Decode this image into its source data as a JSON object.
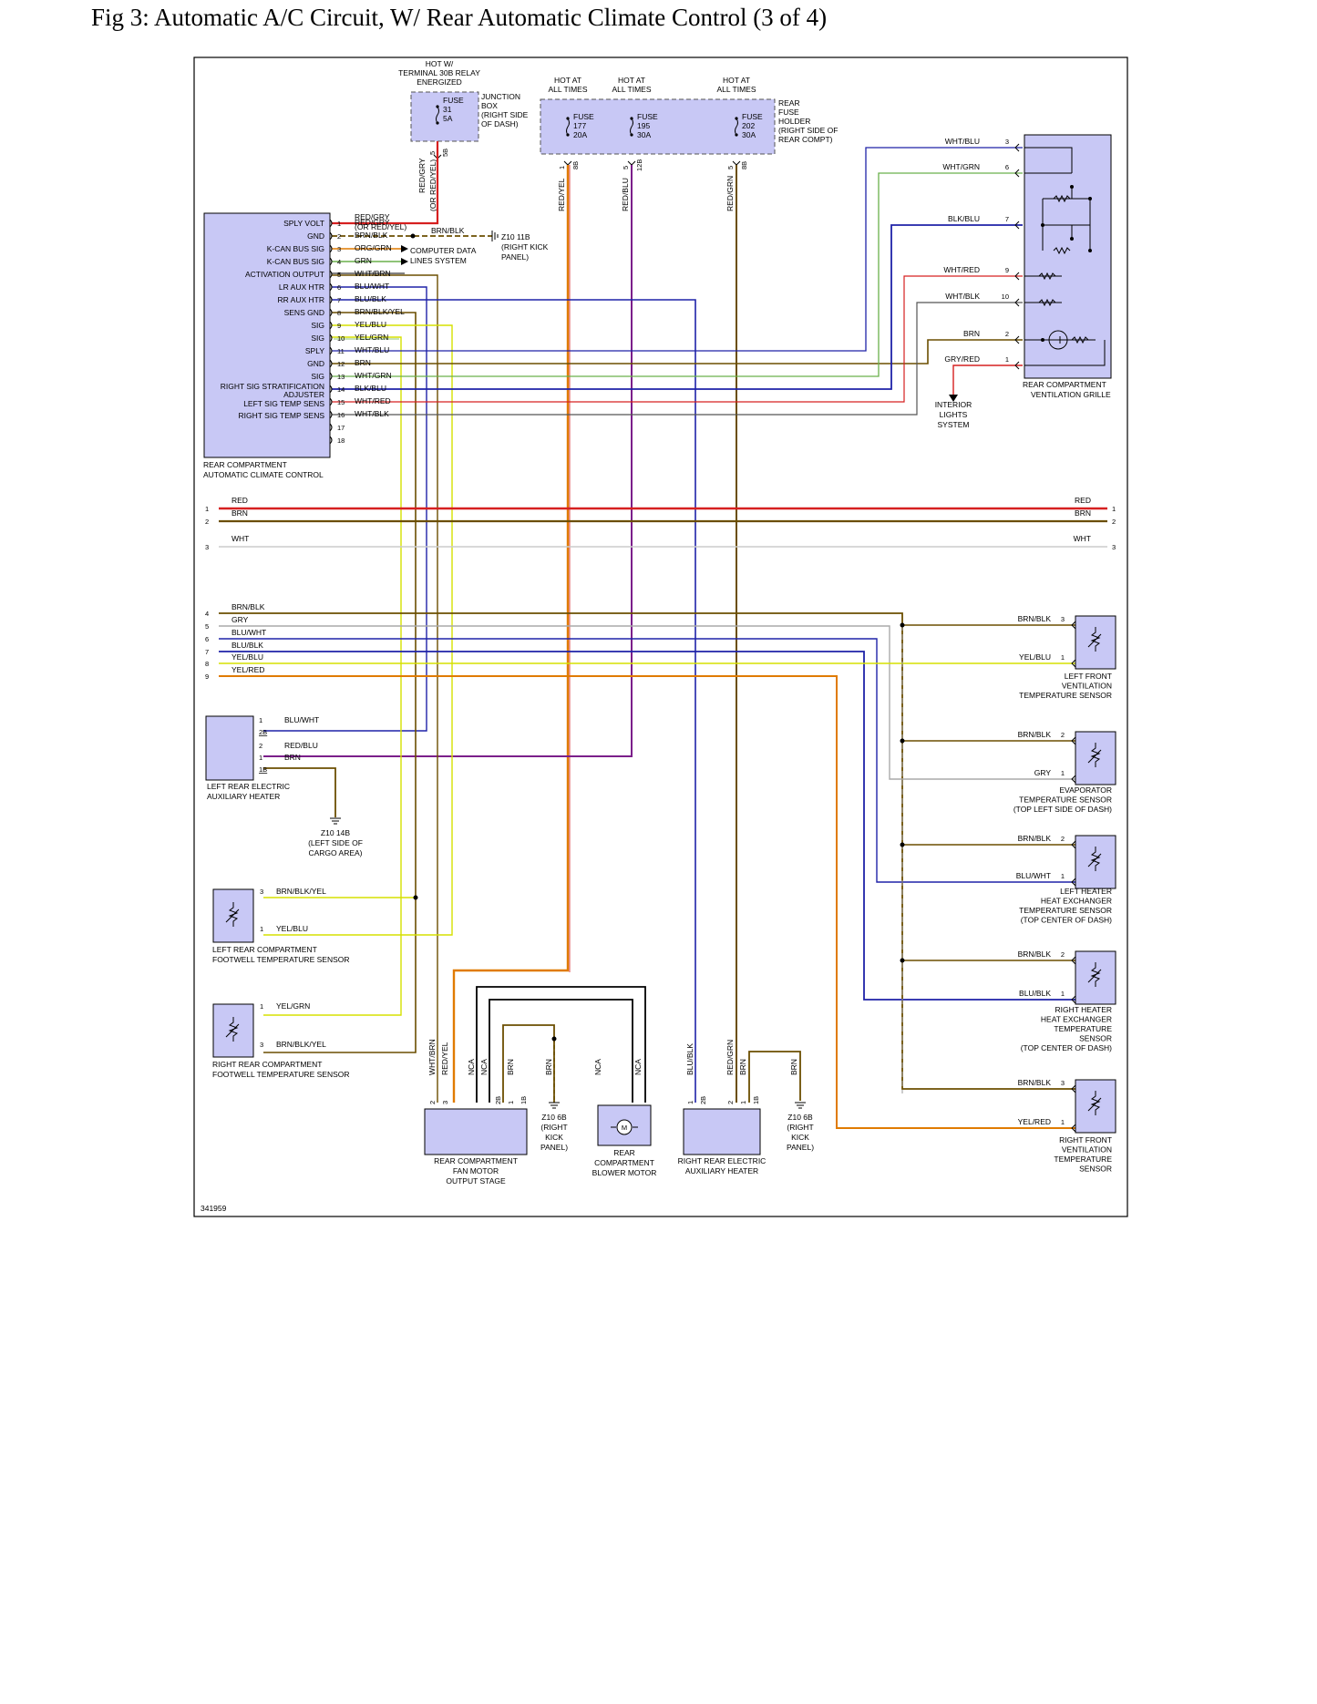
{
  "title": "Fig 3: Automatic A/C Circuit, W/ Rear Automatic Climate Control (3 of 4)",
  "diagram_id": "341959",
  "colors": {
    "box_fill": "#c8c8f5",
    "red": "#d62020",
    "brn": "#6b4e00",
    "wht": "#bdbdbd",
    "blu": "#1e22a8",
    "grn": "#6ab04c",
    "yel": "#d6e000",
    "org": "#e07b00",
    "vio": "#7b1f8a",
    "gry": "#aaaaaa"
  },
  "hot_labels": {
    "relay": [
      "HOT W/",
      "TERMINAL 30B RELAY",
      "ENERGIZED"
    ],
    "a1": [
      "HOT AT",
      "ALL TIMES"
    ],
    "a2": [
      "HOT AT",
      "ALL TIMES"
    ],
    "a3": [
      "HOT AT",
      "ALL TIMES"
    ]
  },
  "fuses": {
    "f31": [
      "FUSE",
      "31",
      "5A"
    ],
    "f177": [
      "FUSE",
      "177",
      "20A"
    ],
    "f195": [
      "FUSE",
      "195",
      "30A"
    ],
    "f202": [
      "FUSE",
      "202",
      "30A"
    ]
  },
  "junction_box": [
    "JUNCTION",
    "BOX",
    "(RIGHT SIDE",
    "OF DASH)"
  ],
  "rear_fuse_holder": [
    "REAR",
    "FUSE",
    "HOLDER",
    "(RIGHT SIDE OF",
    "REAR COMPT)"
  ],
  "vertical_wires": {
    "red_gry": "RED/GRY",
    "or_red_yel": "(OR RED/YEL)",
    "red_yel": "RED/YEL",
    "red_blu": "RED/BLU",
    "red_grn": "RED/GRN",
    "jb_pin": "5",
    "jb_conn": "5B",
    "f177_pin": "1",
    "f177_conn": "8B",
    "f195_pin": "5",
    "f195_conn": "12B",
    "f202_pin": "5",
    "f202_conn": "8B"
  },
  "controller": {
    "name": [
      "REAR COMPARTMENT",
      "AUTOMATIC CLIMATE CONTROL"
    ],
    "pins": [
      {
        "n": "1",
        "label": "SPLY VOLT",
        "wire": "RED/GRY"
      },
      {
        "n": "2",
        "label": "GND",
        "wire": "BRN/BLK"
      },
      {
        "n": "3",
        "label": "K-CAN BUS SIG",
        "wire": "ORG/GRN"
      },
      {
        "n": "4",
        "label": "K-CAN BUS SIG",
        "wire": "GRN"
      },
      {
        "n": "5",
        "label": "ACTIVATION OUTPUT",
        "wire": "WHT/BRN"
      },
      {
        "n": "6",
        "label": "LR AUX HTR",
        "wire": "BLU/WHT"
      },
      {
        "n": "7",
        "label": "RR AUX HTR",
        "wire": "BLU/BLK"
      },
      {
        "n": "8",
        "label": "SENS GND",
        "wire": "BRN/BLK/YEL"
      },
      {
        "n": "9",
        "label": "SIG",
        "wire": "YEL/BLU"
      },
      {
        "n": "10",
        "label": "SIG",
        "wire": "YEL/GRN"
      },
      {
        "n": "11",
        "label": "SPLY",
        "wire": "WHT/BLU"
      },
      {
        "n": "12",
        "label": "GND",
        "wire": "BRN"
      },
      {
        "n": "13",
        "label": "SIG",
        "wire": "WHT/GRN"
      },
      {
        "n": "14",
        "label": "RIGHT SIG STRATIFICATION",
        "wire": "BLK/BLU"
      },
      {
        "n": "15",
        "label": "ADJUSTER",
        "wire": "WHT/RED"
      },
      {
        "n": "16",
        "label": "LEFT SIG TEMP SENS",
        "wire": "WHT/BLK"
      },
      {
        "n": "17",
        "label": "RIGHT SIG TEMP SENS",
        "wire": ""
      },
      {
        "n": "18",
        "label": "",
        "wire": ""
      }
    ],
    "or_red_yel": "(OR RED/YEL)",
    "brn_blk_ground": "BRN/BLK"
  },
  "ground_z10_11b": [
    "Z10 11B",
    "(RIGHT KICK",
    "PANEL)"
  ],
  "computer_data": [
    "COMPUTER DATA",
    "LINES SYSTEM"
  ],
  "grille": {
    "name": [
      "REAR COMPARTMENT",
      "VENTILATION GRILLE"
    ],
    "pins": [
      {
        "wire": "WHT/BLU",
        "n": "3"
      },
      {
        "wire": "WHT/GRN",
        "n": "6"
      },
      {
        "wire": "BLK/BLU",
        "n": "7"
      },
      {
        "wire": "WHT/RED",
        "n": "9"
      },
      {
        "wire": "WHT/BLK",
        "n": "10"
      },
      {
        "wire": "BRN",
        "n": "2"
      },
      {
        "wire": "GRY/RED",
        "n": "1"
      }
    ]
  },
  "interior_lights": [
    "INTERIOR",
    "LIGHTS",
    "SYSTEM"
  ],
  "bus_top": [
    {
      "n": "1",
      "label": "RED"
    },
    {
      "n": "2",
      "label": "BRN"
    },
    {
      "n": "3",
      "label": "WHT"
    }
  ],
  "bus_mid": [
    {
      "n": "4",
      "label": "BRN/BLK"
    },
    {
      "n": "5",
      "label": "GRY"
    },
    {
      "n": "6",
      "label": "BLU/WHT"
    },
    {
      "n": "7",
      "label": "BLU/BLK"
    },
    {
      "n": "8",
      "label": "YEL/BLU"
    },
    {
      "n": "9",
      "label": "YEL/RED"
    }
  ],
  "left_heater": {
    "name": [
      "LEFT REAR ELECTRIC",
      "AUXILIARY HEATER"
    ],
    "pins": [
      {
        "n": "1",
        "conn": "2B",
        "wire": "BLU/WHT"
      },
      {
        "n": "2",
        "conn": "",
        "wire": "RED/BLU"
      },
      {
        "n": "1",
        "conn": "1B",
        "wire": "BRN"
      }
    ]
  },
  "ground_z10_14b": [
    "Z10 14B",
    "(LEFT SIDE OF",
    "CARGO AREA)"
  ],
  "lr_foot": {
    "name": [
      "LEFT REAR COMPARTMENT",
      "FOOTWELL TEMPERATURE SENSOR"
    ],
    "p1": "3",
    "w1": "BRN/BLK/YEL",
    "p2": "1",
    "w2": "YEL/BLU"
  },
  "rr_foot": {
    "name": [
      "RIGHT REAR COMPARTMENT",
      "FOOTWELL TEMPERATURE SENSOR"
    ],
    "p1": "1",
    "w1": "YEL/GRN",
    "p2": "3",
    "w2": "BRN/BLK/YEL"
  },
  "sensors_right": [
    {
      "name": [
        "LEFT FRONT",
        "VENTILATION",
        "TEMPERATURE SENSOR"
      ],
      "w1": "BRN/BLK",
      "p1": "3",
      "w2": "YEL/BLU",
      "p2": "1"
    },
    {
      "name": [
        "EVAPORATOR",
        "TEMPERATURE SENSOR",
        "(TOP LEFT SIDE OF DASH)"
      ],
      "w1": "BRN/BLK",
      "p1": "2",
      "w2": "GRY",
      "p2": "1"
    },
    {
      "name": [
        "LEFT HEATER",
        "HEAT EXCHANGER",
        "TEMPERATURE SENSOR",
        "(TOP CENTER OF DASH)"
      ],
      "w1": "BRN/BLK",
      "p1": "2",
      "w2": "BLU/WHT",
      "p2": "1"
    },
    {
      "name": [
        "RIGHT HEATER",
        "HEAT EXCHANGER",
        "TEMPERATURE",
        "SENSOR",
        "(TOP CENTER OF DASH)"
      ],
      "w1": "BRN/BLK",
      "p1": "2",
      "w2": "BLU/BLK",
      "p2": "1"
    },
    {
      "name": [
        "RIGHT FRONT",
        "VENTILATION",
        "TEMPERATURE",
        "SENSOR"
      ],
      "w1": "BRN/BLK",
      "p1": "3",
      "w2": "YEL/RED",
      "p2": "1"
    }
  ],
  "fan_stage": {
    "name": [
      "REAR COMPARTMENT",
      "FAN MOTOR",
      "OUTPUT STAGE"
    ],
    "wires": [
      "WHT/BRN",
      "RED/YEL",
      "NCA",
      "NCA",
      "BRN",
      "BRN"
    ],
    "pins": [
      "2",
      "3",
      "",
      "",
      "2B",
      "1",
      "1B"
    ]
  },
  "ground_z10_6b_a": [
    "Z10 6B",
    "(RIGHT",
    "KICK",
    "PANEL)"
  ],
  "blower": {
    "name": [
      "REAR",
      "COMPARTMENT",
      "BLOWER MOTOR"
    ],
    "wires": [
      "NCA",
      "NCA"
    ],
    "motor": "M"
  },
  "right_heater": {
    "name": [
      "RIGHT REAR ELECTRIC",
      "AUXILIARY HEATER"
    ],
    "wires": [
      "BLU/BLK",
      "RED/GRN",
      "BRN",
      "BRN"
    ],
    "pins": [
      "1",
      "2B",
      "2",
      "1",
      "1B"
    ]
  },
  "ground_z10_6b_b": [
    "Z10 6B",
    "(RIGHT",
    "KICK",
    "PANEL)"
  ]
}
